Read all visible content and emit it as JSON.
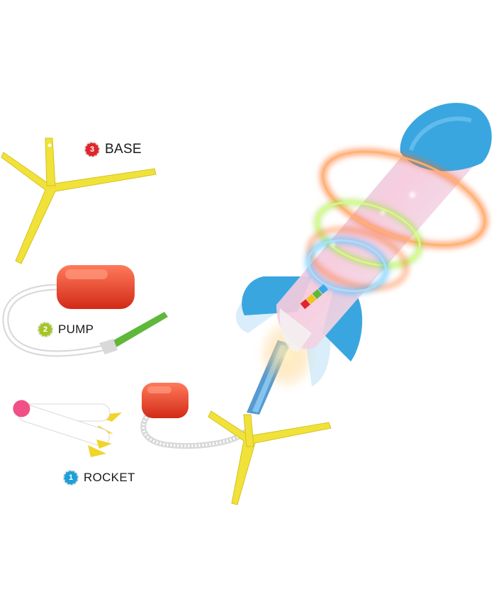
{
  "parts": [
    {
      "number": "3",
      "name": "BASE",
      "badge_color": "#e0252b"
    },
    {
      "number": "2",
      "name": "PUMP",
      "badge_color": "#a6c52a"
    },
    {
      "number": "1",
      "name": "ROCKET",
      "badge_color": "#1f9fd8"
    }
  ],
  "colors": {
    "base_yellow": "#f1e23a",
    "pump_red": "#e8412b",
    "tube_green": "#5fb83a",
    "rocket_blue": "#3aa6e0",
    "rocket_pink": "#f04f87",
    "ring_orange": "#ff6a1f",
    "ring_green": "#9be23b",
    "ring_blue": "#3db4ff"
  },
  "icons": [
    "rocket-illustration",
    "base-stand-illustration",
    "air-pump-illustration",
    "foam-rockets-illustration",
    "brand-logo"
  ]
}
